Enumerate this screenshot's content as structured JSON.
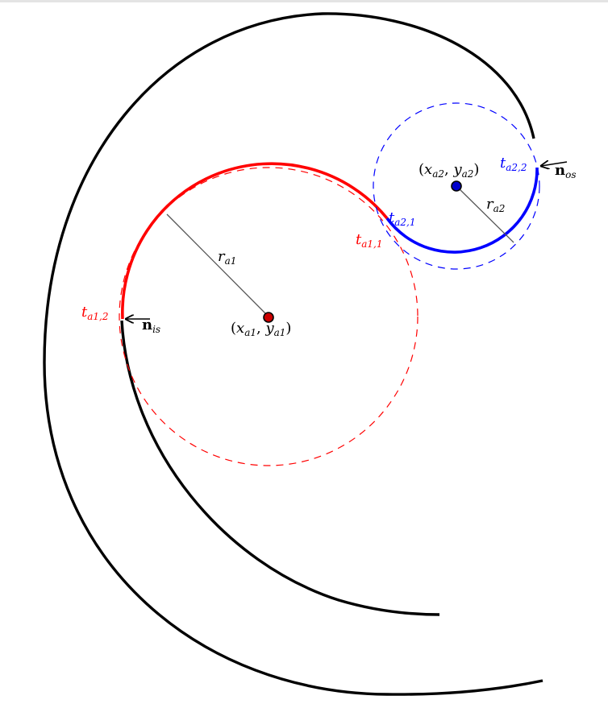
{
  "colors": {
    "red": "#ff0000",
    "blue": "#0000ff",
    "black": "#000000",
    "red_center": "#cc0000",
    "blue_center": "#0000cc"
  },
  "labels": {
    "center1": {
      "open": "(",
      "x": "x",
      "x_sub": "a1",
      "comma": ", ",
      "y": "y",
      "y_sub": "a1",
      "close": ")"
    },
    "center2": {
      "open": "(",
      "x": "x",
      "x_sub": "a2",
      "comma": ", ",
      "y": "y",
      "y_sub": "a2",
      "close": ")"
    },
    "radius1": {
      "main": "r",
      "sub": "a1"
    },
    "radius2": {
      "main": "r",
      "sub": "a2"
    },
    "t_a11": {
      "main": "t",
      "sub": "a1,1"
    },
    "t_a12": {
      "main": "t",
      "sub": "a1,2"
    },
    "t_a21": {
      "main": "t",
      "sub": "a2,1"
    },
    "t_a22": {
      "main": "t",
      "sub": "a2,2"
    },
    "n_is": {
      "main": "n",
      "sub": "is"
    },
    "n_os": {
      "main": "n",
      "sub": "os"
    }
  }
}
